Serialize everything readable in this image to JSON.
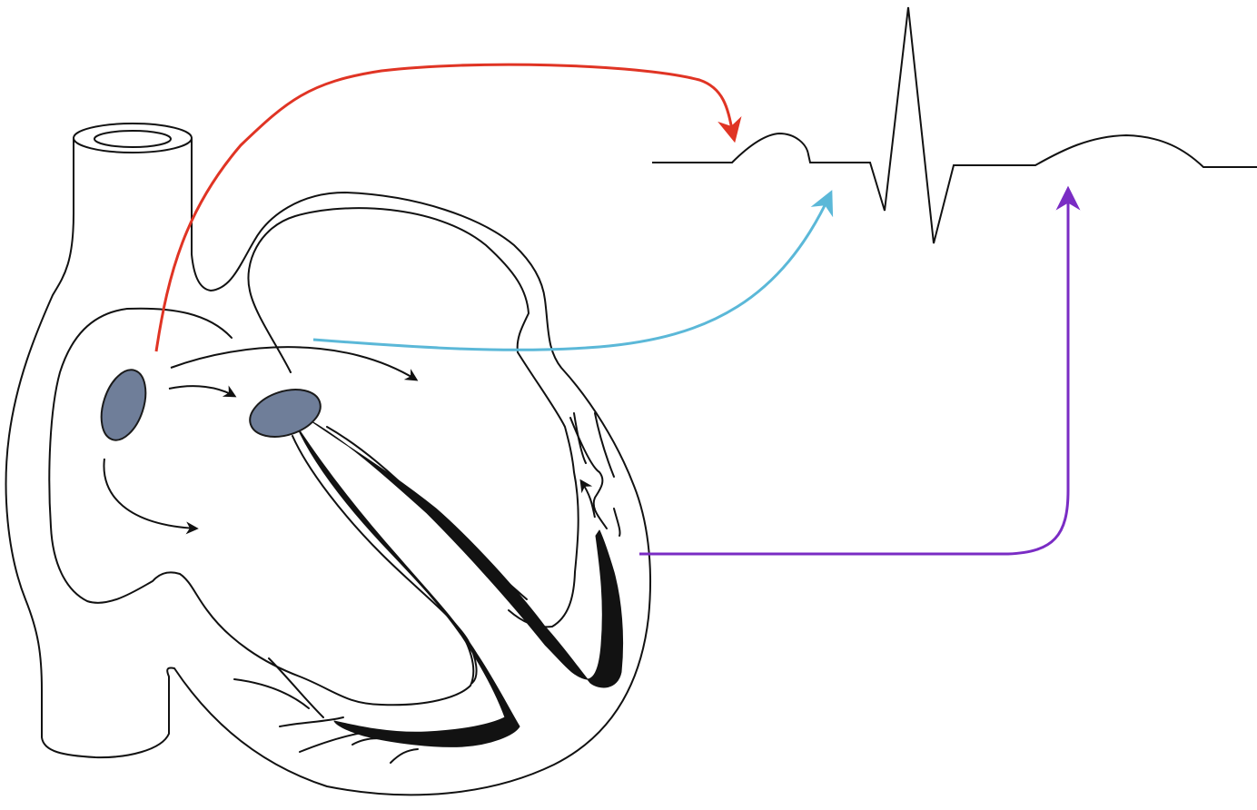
{
  "colors": {
    "background": "#ffffff",
    "outline": "#111111",
    "node_fill": "#6f7e99",
    "node_stroke": "#1a1a1a",
    "conduction_fill": "#121212",
    "atrial_link": "#e03424",
    "av_link": "#5bb8d8",
    "ventricular_link": "#7a2cc4"
  },
  "components": {
    "heart": "heart-outline",
    "sa_node": "sinoatrial-node",
    "av_node": "atrioventricular-node",
    "conduction": "his-purkinje-system",
    "ecg": "ecg-trace"
  },
  "links": [
    {
      "id": "atrial",
      "from": "right-atrium",
      "to": "p-wave",
      "color_key": "atrial_link"
    },
    {
      "id": "av",
      "from": "av-conduction",
      "to": "pr-segment",
      "color_key": "av_link"
    },
    {
      "id": "ventricular",
      "from": "ventricular-wall",
      "to": "t-wave",
      "color_key": "ventricular_link"
    }
  ]
}
